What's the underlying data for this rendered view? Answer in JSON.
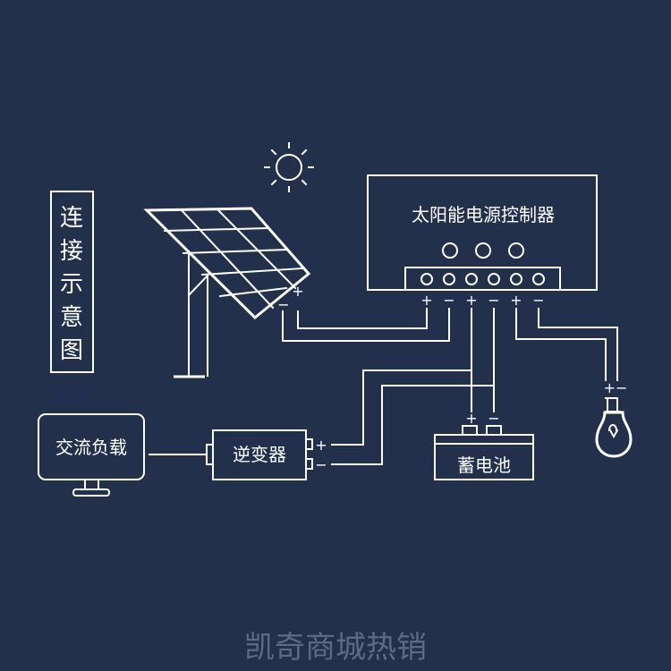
{
  "colors": {
    "background": "#22304b",
    "line": "#ffffff",
    "watermark": "#5c6a86"
  },
  "legend_box": {
    "chars": [
      "连",
      "接",
      "示",
      "意",
      "图"
    ]
  },
  "controller": {
    "title": "太阳能电源控制器",
    "terminal_signs": [
      "+",
      "−",
      "+",
      "−",
      "+",
      "−"
    ]
  },
  "solar_panel": {
    "plus": "+",
    "minus": "−",
    "icon": "solar-panel-icon"
  },
  "sun": {
    "icon": "sun-icon"
  },
  "battery": {
    "label": "蓄电池",
    "plus": "+",
    "minus": "−"
  },
  "inverter": {
    "label": "逆变器",
    "plus": "+",
    "minus": "−"
  },
  "ac_load": {
    "label": "交流负载",
    "icon": "monitor-icon"
  },
  "bulb": {
    "signs": "+−",
    "icon": "light-bulb-icon"
  },
  "watermark": "凯奇商城热销"
}
